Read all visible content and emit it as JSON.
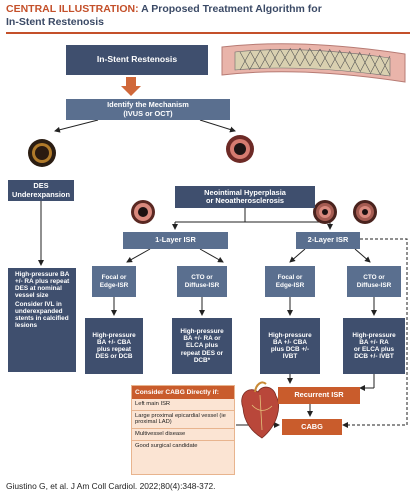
{
  "header": {
    "title_accent": "CENTRAL ILLUSTRATION:",
    "title_rest": " A Proposed Treatment Algorithm for\nIn-Stent Restenosis"
  },
  "nodes": {
    "isr": "In-Stent Restenosis",
    "mechanism": "Identify the Mechanism\n(IVUS or OCT)",
    "des_under": "DES\nUnderexpansion",
    "neointimal": "Neointimal Hyperplasia\nor Neoatherosclerosis",
    "one_layer": "1-Layer ISR",
    "two_layer": "2-Layer ISR",
    "focal_1": "Focal or\nEdge-ISR",
    "cto_1": "CTO or\nDiffuse-ISR",
    "focal_2": "Focal or\nEdge-ISR",
    "cto_2": "CTO or\nDiffuse-ISR",
    "des_bullets": [
      "High-pressure BA +/- RA plus repeat DES at nominal vessel size",
      "Consider IVL in underexpanded stents in calcified lesions"
    ],
    "tx_focal_1": "High-pressure\nBA +/- CBA\nplus repeat\nDES or DCB",
    "tx_cto_1": "High-pressure\nBA +/- RA or\nELCA plus\nrepeat  DES or\nDCB*",
    "tx_focal_2": "High-pressure\nBA +/- CBA\nplus DCB +/-\nIVBT",
    "tx_cto_2": "High-pressure\nBA +/- RA\nor ELCA plus\nDCB +/- IVBT",
    "recurrent": "Recurrent ISR",
    "cabg": "CABG"
  },
  "cabg_box": {
    "header": "Consider CABG Directly if:",
    "items": [
      "Left main ISR",
      "Large proximal epicardial vessel (ie proximal LAD)",
      "Multivessel disease",
      "Good surgical candidate"
    ]
  },
  "footer": "Giustino G, et al. J Am Coll Cardiol. 2022;80(4):348-372.",
  "colors": {
    "navy": "#3f4f6e",
    "steel": "#5a6f8f",
    "orange": "#c95c2c",
    "peach": "#fbe4d3"
  }
}
